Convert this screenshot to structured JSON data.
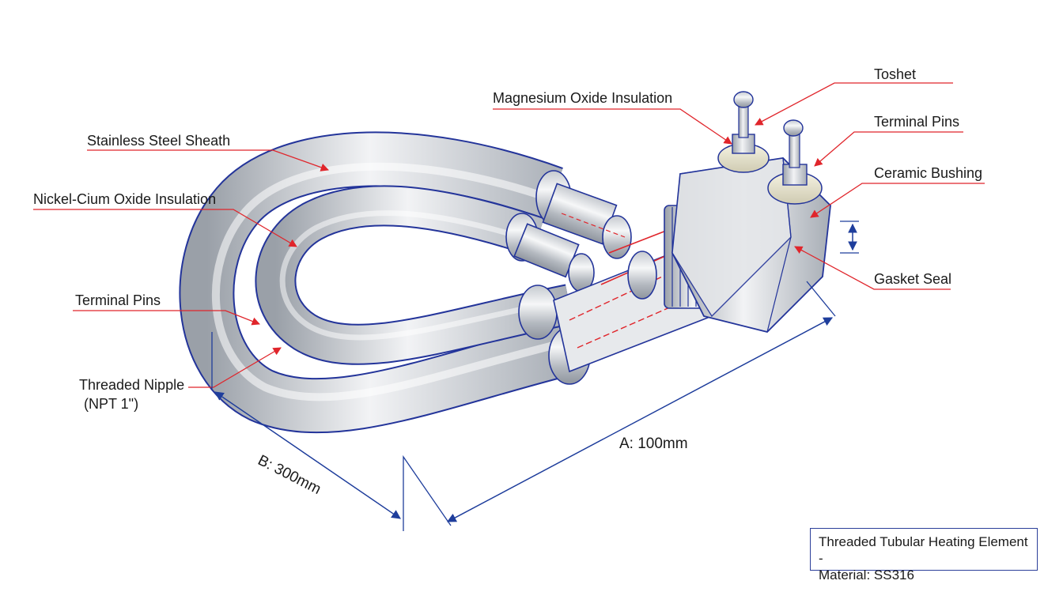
{
  "labels": {
    "toshet": "Toshet",
    "magnesium_oxide": "Magnesium Oxide Insulation",
    "terminal_pins_right": "Terminal Pins",
    "stainless_sheath": "Stainless Steel Sheath",
    "ceramic_bushing": "Ceramic Bushing",
    "nickel_insulation": "Nickel-Cium Oxide Insulation",
    "terminal_pins_left": "Terminal Pins",
    "gasket_seal": "Gasket Seal",
    "threaded_nipple_1": "Threaded Nipple",
    "threaded_nipple_2": "(NPT 1\")"
  },
  "dimensions": {
    "a": "A: 100mm",
    "b": "B: 300mm"
  },
  "title_block": {
    "line1": "Threaded Tubular Heating Element -",
    "line2": "Material: SS316"
  },
  "colors": {
    "leader": "#e0252b",
    "dimension": "#1f3e9c",
    "outline": "#23349a",
    "metal_light": "#f4f5f7",
    "metal_dark": "#9ea4ad"
  }
}
